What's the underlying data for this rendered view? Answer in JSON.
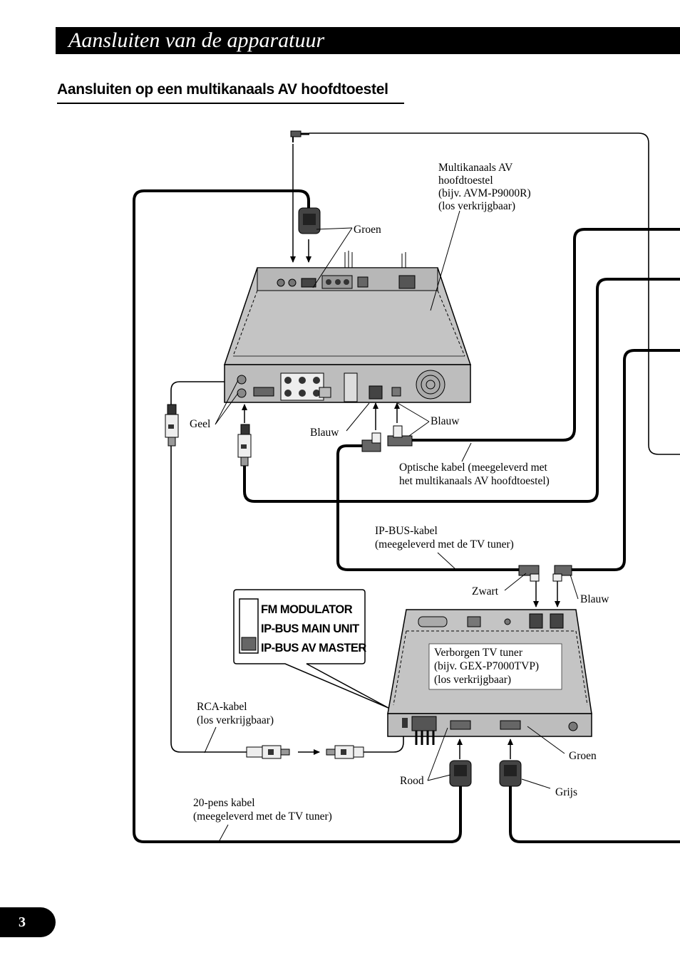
{
  "header": {
    "title": "Aansluiten van de apparatuur"
  },
  "section": {
    "heading": "Aansluiten op een multikanaals AV hoofdtoestel"
  },
  "labels": {
    "main_unit": [
      "Multikanaals AV",
      "hoofdtoestel",
      "(bijv. AVM-P9000R)",
      "(los verkrijgbaar)"
    ],
    "groen_top": "Groen",
    "geel": "Geel",
    "blauw_left": "Blauw",
    "blauw_right": "Blauw",
    "optical_cable": [
      "Optische kabel (meegeleverd met",
      "het multikanaals AV hoofdtoestel)"
    ],
    "ipbus_cable": [
      "IP-BUS-kabel",
      "(meegeleverd met de TV tuner)"
    ],
    "zwart": "Zwart",
    "blauw_tuner": "Blauw",
    "tv_tuner": [
      "Verborgen TV tuner",
      "(bijv. GEX-P7000TVP)",
      "(los verkrijgbaar)"
    ],
    "rca_cable": [
      "RCA-kabel",
      "(los verkrijgbaar)"
    ],
    "groen_bottom": "Groen",
    "rood": "Rood",
    "grijs": "Grijs",
    "pin20_cable": [
      "20-pens kabel",
      "(meegeleverd met de TV tuner)"
    ]
  },
  "switch": {
    "positions": [
      "FM MODULATOR",
      "IP-BUS MAIN UNIT",
      "IP-BUS AV MASTER"
    ],
    "selected": "IP-BUS AV MASTER"
  },
  "footer": {
    "page_number": "3"
  }
}
